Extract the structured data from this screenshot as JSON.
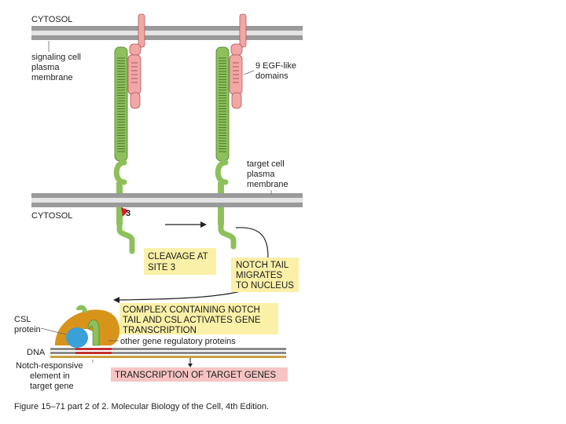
{
  "labels": {
    "cytosol_top": "CYTOSOL",
    "signaling_cell": [
      "signaling cell",
      "plasma",
      "membrane"
    ],
    "egf": [
      "9 EGF-like",
      "domains"
    ],
    "target_cell": [
      "target cell",
      "plasma",
      "membrane"
    ],
    "cytosol_mid": "CYTOSOL",
    "site": "3",
    "csl": [
      "CSL",
      "protein"
    ],
    "dna": "DNA",
    "notch_element": [
      "Notch-responsive",
      "element in",
      "target gene"
    ],
    "other_proteins": "other gene regulatory proteins"
  },
  "boxes": {
    "cleavage": [
      "CLEAVAGE AT",
      "SITE 3"
    ],
    "migrates": [
      "NOTCH TAIL",
      "MIGRATES",
      "TO NUCLEUS"
    ],
    "complex": [
      "COMPLEX CONTAINING NOTCH",
      "TAIL AND CSL ACTIVATES GENE",
      "TRANSCRIPTION"
    ],
    "transcription": "TRANSCRIPTION OF TARGET GENES"
  },
  "caption": "Figure 15–71 part 2 of 2. Molecular Biology of the Cell, 4th Edition.",
  "colors": {
    "membrane": "#9a9a9a",
    "notch": "#8dc05a",
    "notch_dark": "#4a7a2a",
    "delta": "#f2a6a6",
    "delta_dark": "#b05a5a",
    "box_yellow": "#fbf0a8",
    "box_pink": "#f6c4c4",
    "csl": "#3aa0d8",
    "regulatory": "#d8941a",
    "dna_red": "#c03030",
    "cleavage_marker": "#d0202a"
  }
}
